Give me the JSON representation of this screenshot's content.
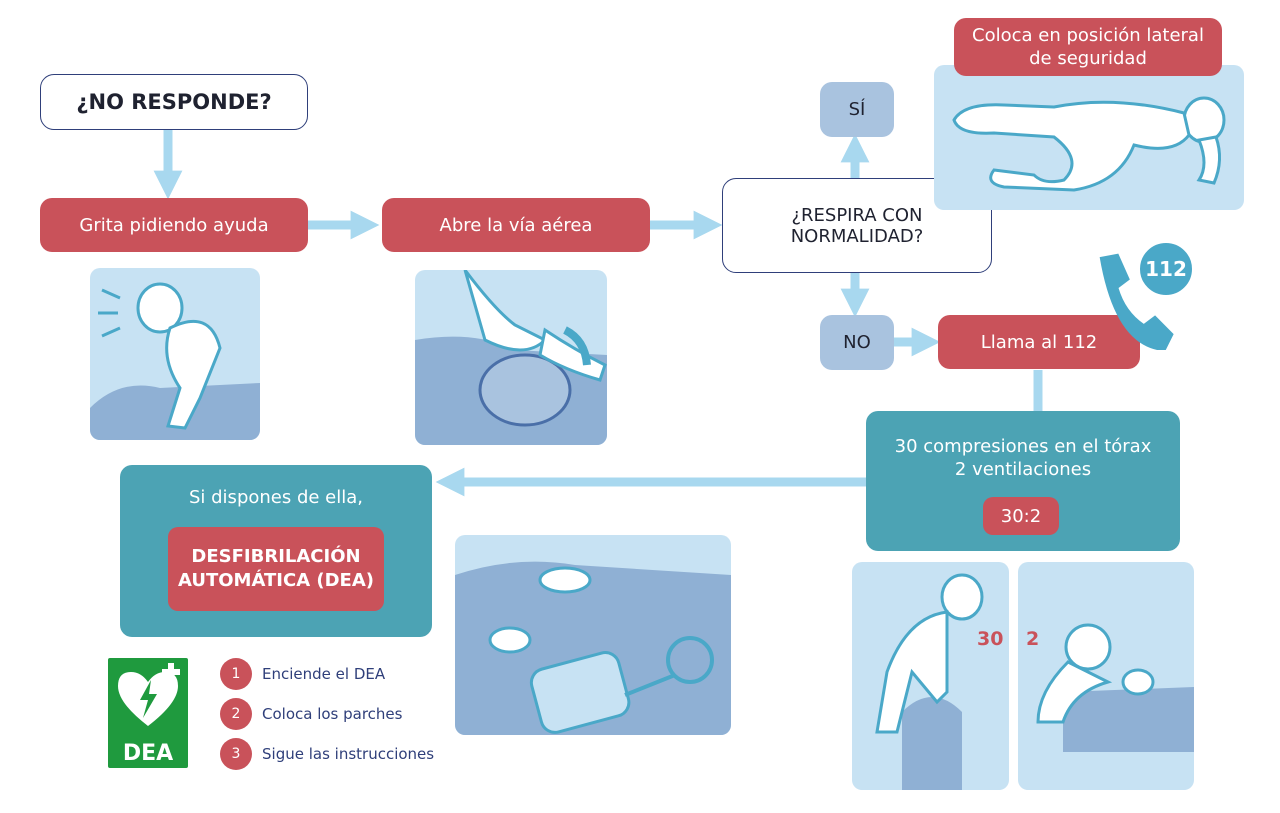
{
  "flow": {
    "no_responde": "¿NO RESPONDE?",
    "grita": "Grita pidiendo ayuda",
    "abre": "Abre la vía aérea",
    "respira_line1": "¿RESPIRA CON",
    "respira_line2": "NORMALIDAD?",
    "si": "SÍ",
    "no": "NO",
    "lateral_line1": "Coloca en posición lateral",
    "lateral_line2": "de seguridad",
    "llama": "Llama al 112",
    "phone_number": "112",
    "compresiones_line1": "30 compresiones en el tórax",
    "compresiones_line2": "2 ventilaciones",
    "ratio": "30:2",
    "dispones": "Si dispones de ella,",
    "dea_line1": "DESFIBRILACIÓN",
    "dea_line2": "AUTOMÁTICA (DEA)",
    "count_30": "30",
    "count_2": "2"
  },
  "dea_logo": {
    "label": "DEA",
    "color": "#1f9a3e"
  },
  "dea_steps": [
    {
      "num": "1",
      "text": "Enciende el DEA"
    },
    {
      "num": "2",
      "text": "Coloca los parches"
    },
    {
      "num": "3",
      "text": "Sigue las instrucciones"
    }
  ],
  "colors": {
    "red": "#c9525a",
    "teal": "#4ca3b4",
    "arrow": "#a8d8ef",
    "pale_blue": "#a9c3df",
    "panel": "#c7e2f3",
    "navy": "#2f3f7a"
  }
}
